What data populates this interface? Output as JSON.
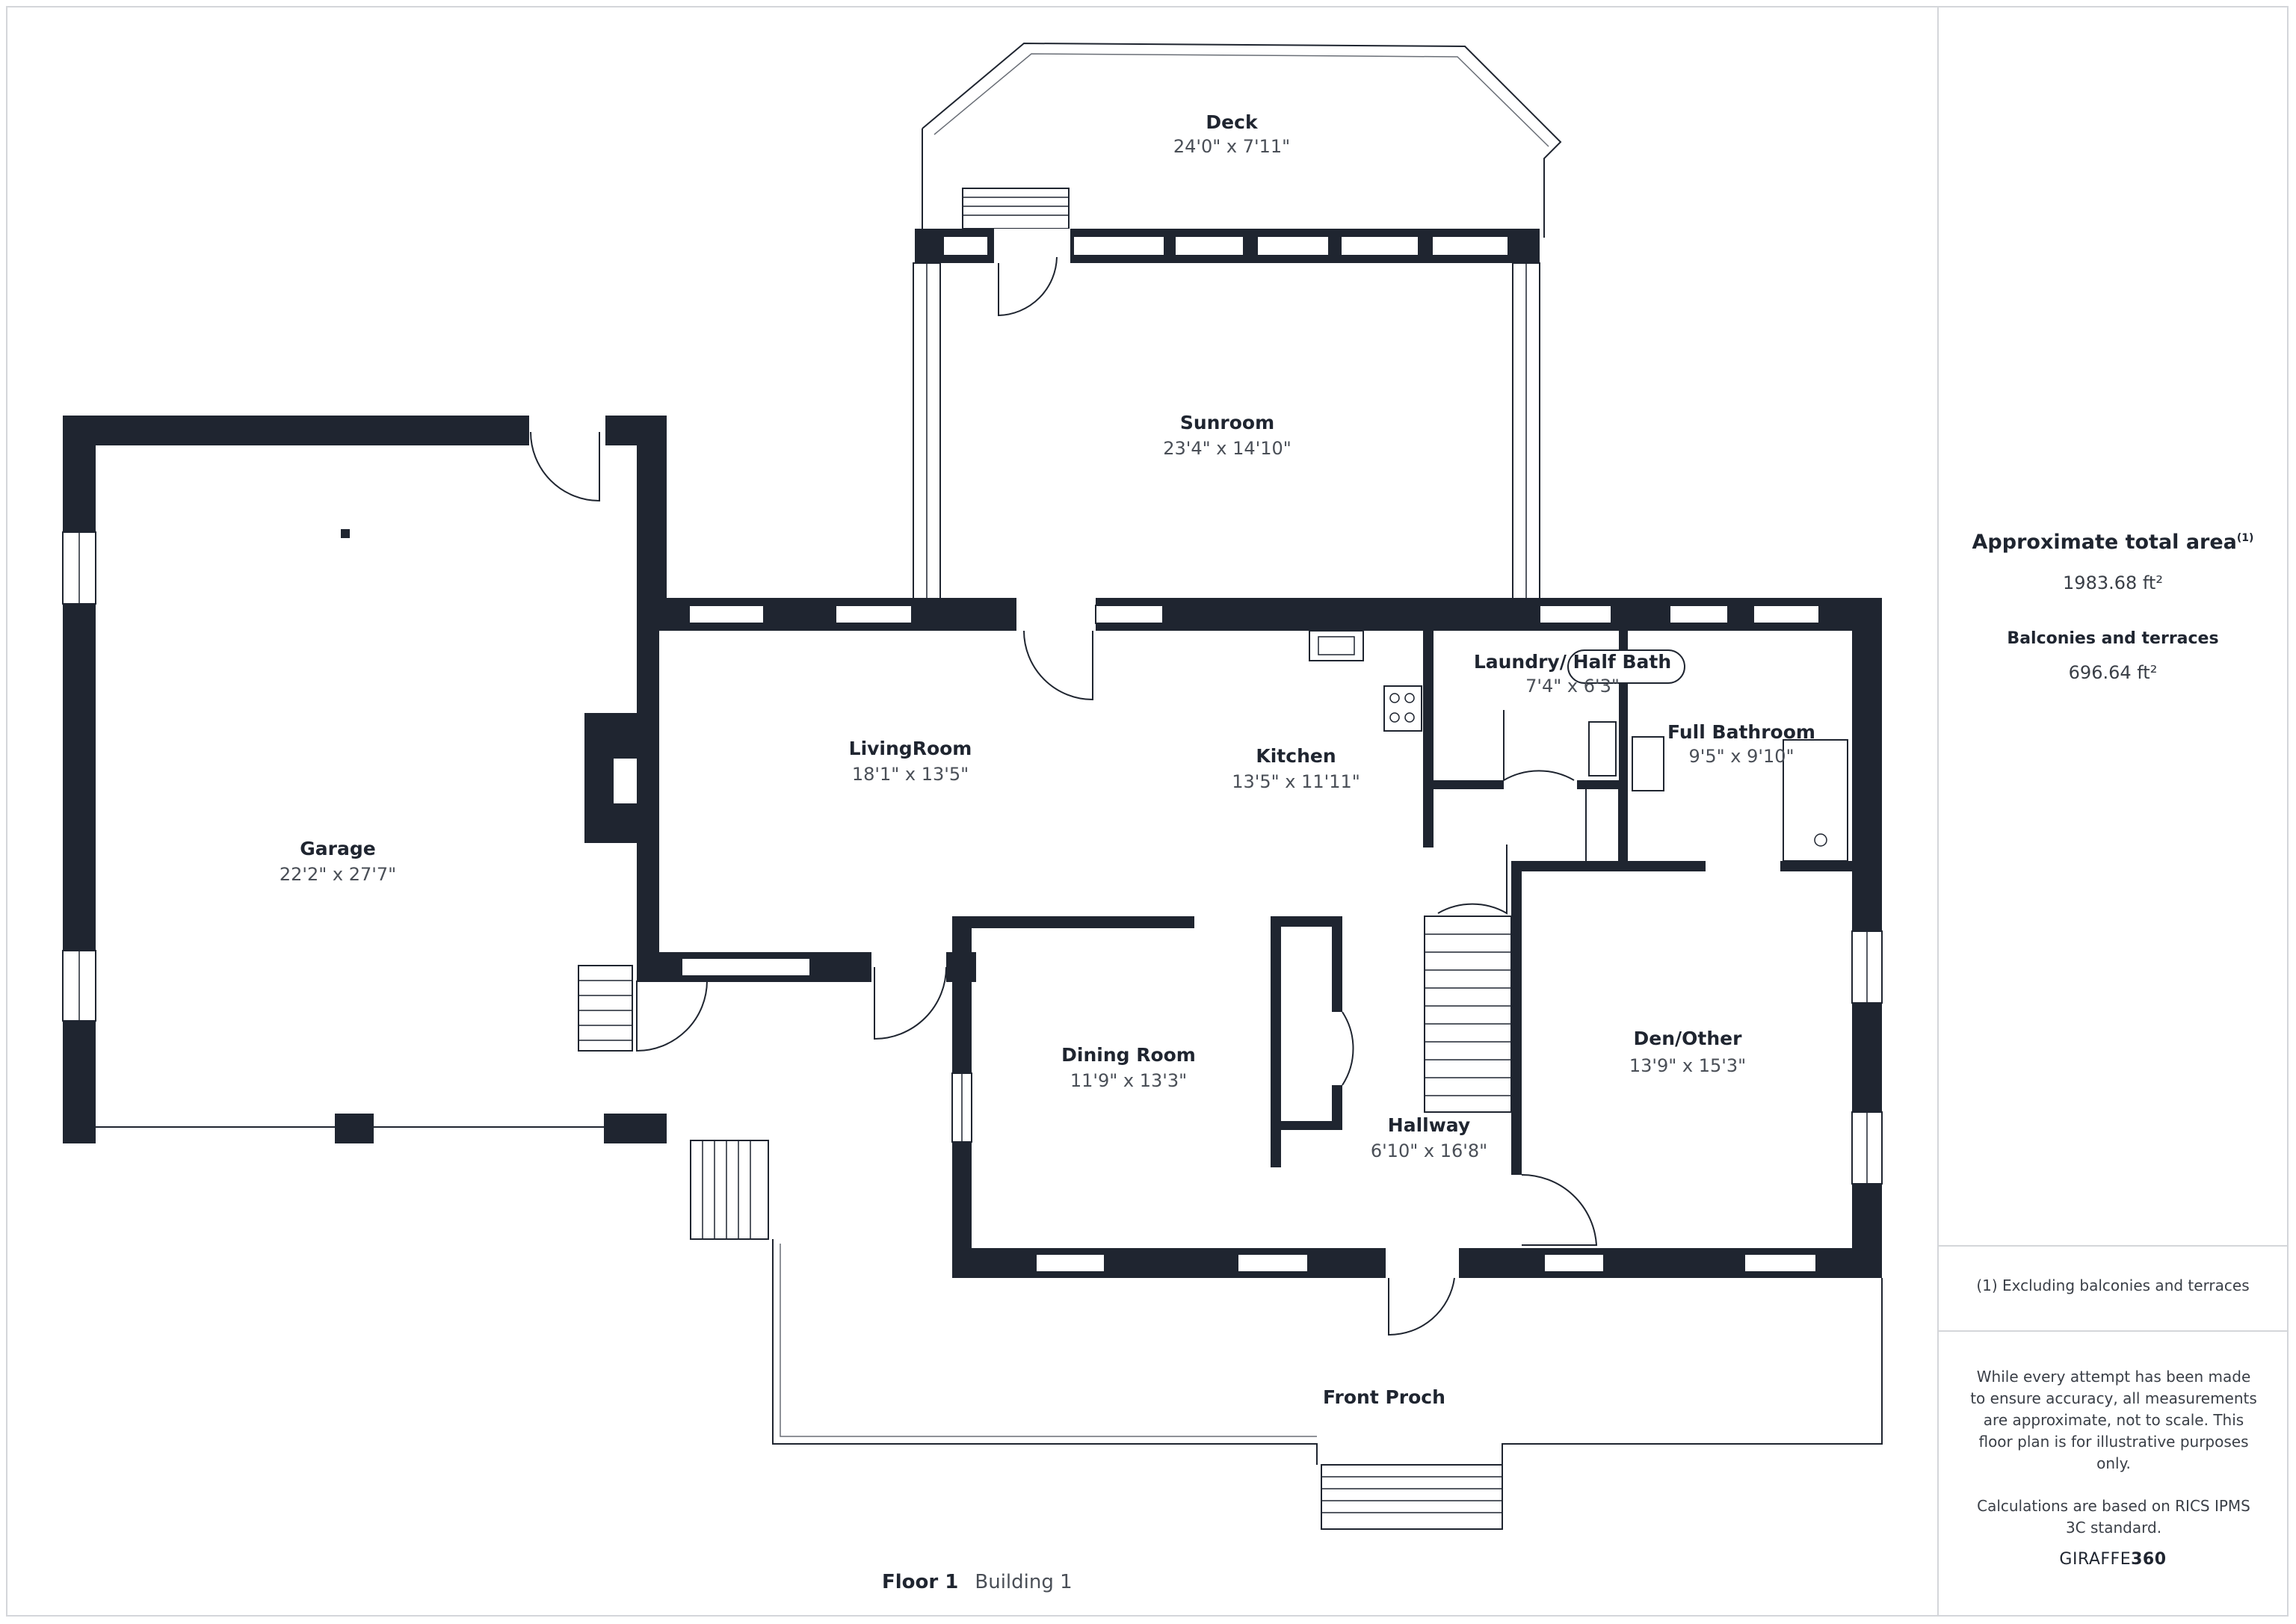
{
  "plan": {
    "rooms": [
      {
        "id": "deck",
        "name": "Deck",
        "dims": "24'0\" x 7'11\""
      },
      {
        "id": "sunroom",
        "name": "Sunroom",
        "dims": "23'4\" x 14'10\""
      },
      {
        "id": "garage",
        "name": "Garage",
        "dims": "22'2\" x 27'7\""
      },
      {
        "id": "livingroom",
        "name": "LivingRoom",
        "dims": "18'1\" x 13'5\""
      },
      {
        "id": "kitchen",
        "name": "Kitchen",
        "dims": "13'5\" x 11'11\""
      },
      {
        "id": "laundry",
        "name": "Laundry/ Half Bath",
        "dims": "7'4\" x 6'3\""
      },
      {
        "id": "fullbath",
        "name": "Full Bathroom",
        "dims": "9'5\" x 9'10\""
      },
      {
        "id": "dining",
        "name": "Dining Room",
        "dims": "11'9\" x 13'3\""
      },
      {
        "id": "hallway",
        "name": "Hallway",
        "dims": "6'10\" x 16'8\""
      },
      {
        "id": "den",
        "name": "Den/Other",
        "dims": "13'9\" x 15'3\""
      },
      {
        "id": "porch",
        "name": "Front Proch",
        "dims": ""
      }
    ]
  },
  "floor": {
    "name": "Floor 1",
    "building": "Building 1"
  },
  "sidebar": {
    "area_title": "Approximate total area",
    "area_mark": "(1)",
    "area_value": "1983.68 ft²",
    "balconies_title": "Balconies and terraces",
    "balconies_value": "696.64 ft²",
    "footnote": "(1) Excluding balconies and terraces",
    "disclaimer_1": "While every attempt has been made to ensure accuracy, all measurements are approximate, not to scale. This floor plan is for illustrative purposes only.",
    "disclaimer_2": "Calculations are based on RICS IPMS 3C standard.",
    "logo_light": "GIRAFFE",
    "logo_bold": "360"
  },
  "colors": {
    "wall": "#1f2530",
    "text": "#1f2530",
    "rule": "#d4d6da"
  },
  "icons": [
    "stairs-icon",
    "door-swing-icon",
    "window-icon",
    "stove-icon",
    "sink-icon",
    "bathtub-icon",
    "toilet-icon",
    "shower-icon"
  ]
}
